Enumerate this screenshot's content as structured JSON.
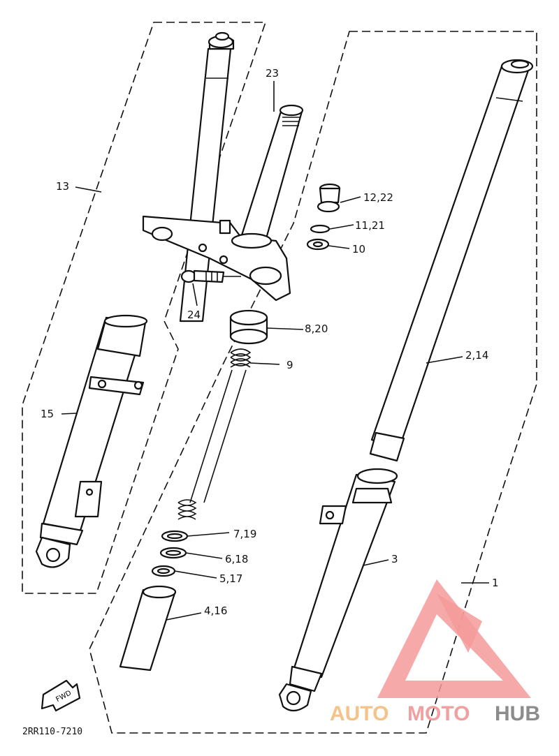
{
  "diagram": {
    "drawing_code": "2RR110-7210",
    "fwd_arrow_label": "FWD",
    "callouts": [
      {
        "id": "23",
        "text": "23"
      },
      {
        "id": "13",
        "text": "13"
      },
      {
        "id": "12_22",
        "text": "12,22"
      },
      {
        "id": "11_21",
        "text": "11,21"
      },
      {
        "id": "10",
        "text": "10"
      },
      {
        "id": "24",
        "text": "24"
      },
      {
        "id": "8_20",
        "text": "8,20"
      },
      {
        "id": "9",
        "text": "9"
      },
      {
        "id": "2_14",
        "text": "2,14"
      },
      {
        "id": "15",
        "text": "15"
      },
      {
        "id": "7_19",
        "text": "7,19"
      },
      {
        "id": "6_18",
        "text": "6,18"
      },
      {
        "id": "5_17",
        "text": "5,17"
      },
      {
        "id": "3",
        "text": "3"
      },
      {
        "id": "1",
        "text": "1"
      },
      {
        "id": "4_16",
        "text": "4,16"
      }
    ]
  },
  "watermark": {
    "part1": "AUTO",
    "part2": "MOTO",
    "part3": "HUB",
    "colors": {
      "triangle": "#f59a9a",
      "auto": "#f5c38a",
      "moto": "#f0a0a0",
      "hub": "#8c8c8c"
    }
  }
}
